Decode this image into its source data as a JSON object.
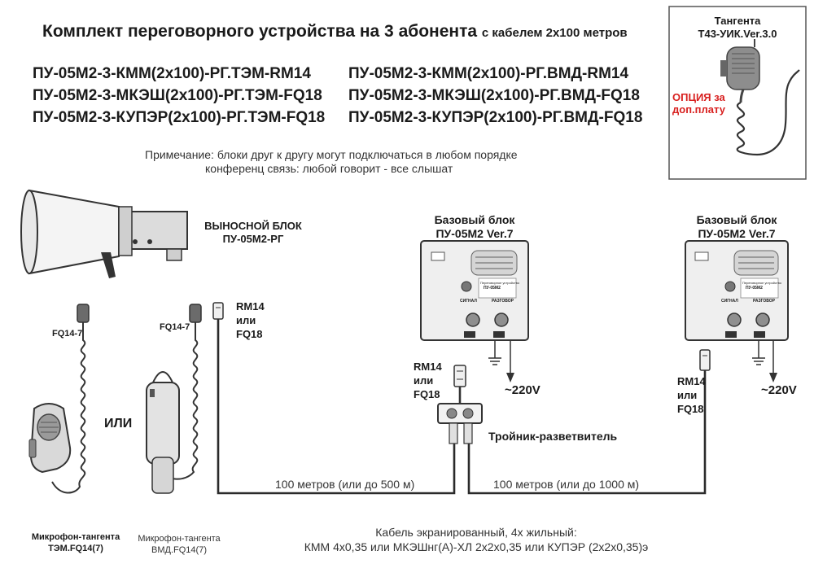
{
  "header": {
    "title": "Комплект переговорного устройства на 3 абонента",
    "subtitle": "с кабелем 2х100 метров"
  },
  "models": {
    "left": [
      "ПУ-05М2-3-КММ(2х100)-РГ.ТЭМ-RM14",
      "ПУ-05М2-3-МКЭШ(2х100)-РГ.ТЭМ-FQ18",
      "ПУ-05М2-3-КУПЭР(2х100)-РГ.ТЭМ-FQ18"
    ],
    "right": [
      "ПУ-05М2-3-КММ(2х100)-РГ.ВМД-RM14",
      "ПУ-05М2-3-МКЭШ(2х100)-РГ.ВМД-FQ18",
      "ПУ-05М2-3-КУПЭР(2х100)-РГ.ВМД-FQ18"
    ]
  },
  "note": {
    "line1": "Примечание: блоки друг к другу могут подключаться  в любом порядке",
    "line2": "конференц связь: любой говорит - все слышат"
  },
  "option_box": {
    "label_line1": "Тангента",
    "label_line2": "Т43-УИК.Ver.3.0",
    "option_line1": "ОПЦИЯ за",
    "option_line2": "доп.плату"
  },
  "remote_unit": {
    "line1": "ВЫНОСНОЙ БЛОК",
    "line2": "ПУ-05М2-РГ"
  },
  "connectors": {
    "fq14_left": "FQ14-7",
    "fq14_right": "FQ14-7",
    "remote_conn": {
      "line1": "RM14",
      "line2": "или",
      "line3": "FQ18"
    },
    "base1_conn": {
      "line1": "RM14",
      "line2": "или",
      "line3": "FQ18"
    },
    "base2_conn": {
      "line1": "RM14",
      "line2": "или",
      "line3": "FQ18"
    },
    "or_label": "ИЛИ"
  },
  "base_units": [
    {
      "line1": "Базовый блок",
      "line2": "ПУ-05М2 Ver.7",
      "power": "~220V"
    },
    {
      "line1": "Базовый блок",
      "line2": "ПУ-05М2 Ver.7",
      "power": "~220V"
    }
  ],
  "device_panel": {
    "signal": "СИГНАЛ",
    "talk": "РАЗГОВОР",
    "caption": "Переговорное устройство",
    "model": "ПУ-05М2"
  },
  "splitter": {
    "label": "Тройник-разветвитель"
  },
  "distances": {
    "left": "100 метров (или до 500 м)",
    "right": "100 метров (или до 1000 м)"
  },
  "handsets": {
    "tem": {
      "line1": "Микрофон-тангента",
      "line2": "ТЭМ.FQ14(7)"
    },
    "vmd": {
      "line1": "Микрофон-тангента",
      "line2": "ВМД.FQ14(7)"
    }
  },
  "cable": {
    "line1": "Кабель экранированный, 4х жильный:",
    "line2": "КММ 4х0,35 или МКЭШнг(А)-ХЛ 2х2х0,35 или КУПЭР (2х2х0,35)э"
  }
}
